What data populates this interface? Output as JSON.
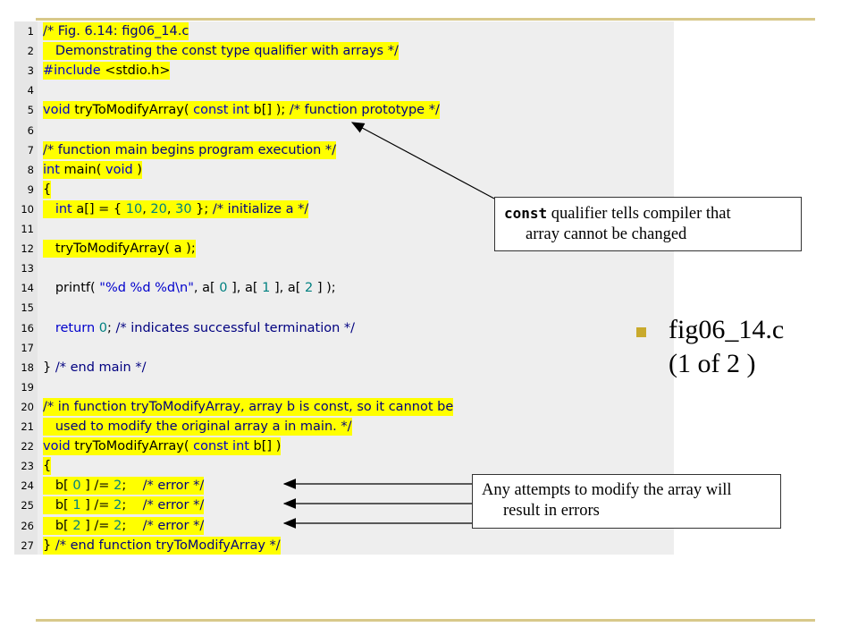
{
  "colors": {
    "rule": "#d8c88a",
    "highlight": "#ffff00",
    "comment": "#000080",
    "keyword": "#0000cc",
    "number": "#008080",
    "plain": "#000000",
    "line_number": "#000000",
    "bullet": "#c9aa2d",
    "arrow": "#000000"
  },
  "code": {
    "lines": [
      {
        "num": "1",
        "highlight": true,
        "segments": [
          {
            "t": "/* Fig. 6.14: fig06_14.c",
            "c": "comment"
          }
        ]
      },
      {
        "num": "2",
        "highlight": true,
        "segments": [
          {
            "t": "   Demonstrating the const type qualifier with arrays */",
            "c": "comment"
          }
        ]
      },
      {
        "num": "3",
        "highlight": true,
        "segments": [
          {
            "t": "#include ",
            "c": "keyword"
          },
          {
            "t": "<stdio.h>",
            "c": "plain"
          }
        ]
      },
      {
        "num": "4",
        "highlight": false,
        "segments": []
      },
      {
        "num": "5",
        "highlight": true,
        "segments": [
          {
            "t": "void",
            "c": "keyword"
          },
          {
            "t": " tryToModifyArray( ",
            "c": "plain"
          },
          {
            "t": "const int",
            "c": "keyword"
          },
          {
            "t": " b[] ); ",
            "c": "plain"
          },
          {
            "t": "/* function prototype */",
            "c": "comment"
          }
        ]
      },
      {
        "num": "6",
        "highlight": false,
        "segments": []
      },
      {
        "num": "7",
        "highlight": true,
        "segments": [
          {
            "t": "/* function main begins program execution */",
            "c": "comment"
          }
        ]
      },
      {
        "num": "8",
        "highlight": true,
        "segments": [
          {
            "t": "int",
            "c": "keyword"
          },
          {
            "t": " main( ",
            "c": "plain"
          },
          {
            "t": "void",
            "c": "keyword"
          },
          {
            "t": " )",
            "c": "plain"
          }
        ]
      },
      {
        "num": "9",
        "highlight": true,
        "segments": [
          {
            "t": "{",
            "c": "plain"
          }
        ]
      },
      {
        "num": "10",
        "highlight": true,
        "segments": [
          {
            "t": "   ",
            "c": "plain"
          },
          {
            "t": "int",
            "c": "keyword"
          },
          {
            "t": " a[] = { ",
            "c": "plain"
          },
          {
            "t": "10",
            "c": "number"
          },
          {
            "t": ", ",
            "c": "plain"
          },
          {
            "t": "20",
            "c": "number"
          },
          {
            "t": ", ",
            "c": "plain"
          },
          {
            "t": "30",
            "c": "number"
          },
          {
            "t": " }; ",
            "c": "plain"
          },
          {
            "t": "/* initialize a */",
            "c": "comment"
          }
        ]
      },
      {
        "num": "11",
        "highlight": false,
        "segments": []
      },
      {
        "num": "12",
        "highlight": true,
        "segments": [
          {
            "t": "   tryToModifyArray( a );",
            "c": "plain"
          }
        ]
      },
      {
        "num": "13",
        "highlight": false,
        "segments": []
      },
      {
        "num": "14",
        "highlight": false,
        "segments": [
          {
            "t": "   printf( ",
            "c": "plain"
          },
          {
            "t": "\"%d %d %d\\n\"",
            "c": "keyword"
          },
          {
            "t": ", a[ ",
            "c": "plain"
          },
          {
            "t": "0",
            "c": "number"
          },
          {
            "t": " ], a[ ",
            "c": "plain"
          },
          {
            "t": "1",
            "c": "number"
          },
          {
            "t": " ], a[ ",
            "c": "plain"
          },
          {
            "t": "2",
            "c": "number"
          },
          {
            "t": " ] );",
            "c": "plain"
          }
        ]
      },
      {
        "num": "15",
        "highlight": false,
        "segments": []
      },
      {
        "num": "16",
        "highlight": false,
        "segments": [
          {
            "t": "   ",
            "c": "plain"
          },
          {
            "t": "return",
            "c": "keyword"
          },
          {
            "t": " ",
            "c": "plain"
          },
          {
            "t": "0",
            "c": "number"
          },
          {
            "t": "; ",
            "c": "plain"
          },
          {
            "t": "/* indicates successful termination */",
            "c": "comment"
          }
        ]
      },
      {
        "num": "17",
        "highlight": false,
        "segments": []
      },
      {
        "num": "18",
        "highlight": false,
        "segments": [
          {
            "t": "} ",
            "c": "plain"
          },
          {
            "t": "/* end main */",
            "c": "comment"
          }
        ]
      },
      {
        "num": "19",
        "highlight": false,
        "segments": []
      },
      {
        "num": "20",
        "highlight": true,
        "segments": [
          {
            "t": "/* in function tryToModifyArray, array b is const, so it cannot be",
            "c": "comment"
          }
        ]
      },
      {
        "num": "21",
        "highlight": true,
        "segments": [
          {
            "t": "   used to modify the original array a in main. */",
            "c": "comment"
          }
        ]
      },
      {
        "num": "22",
        "highlight": true,
        "segments": [
          {
            "t": "void",
            "c": "keyword"
          },
          {
            "t": " tryToModifyArray( ",
            "c": "plain"
          },
          {
            "t": "const int",
            "c": "keyword"
          },
          {
            "t": " b[] )",
            "c": "plain"
          }
        ]
      },
      {
        "num": "23",
        "highlight": true,
        "segments": [
          {
            "t": "{",
            "c": "plain"
          }
        ]
      },
      {
        "num": "24",
        "highlight": true,
        "segments": [
          {
            "t": "   b[ ",
            "c": "plain"
          },
          {
            "t": "0",
            "c": "number"
          },
          {
            "t": " ] /= ",
            "c": "plain"
          },
          {
            "t": "2",
            "c": "number"
          },
          {
            "t": ";    ",
            "c": "plain"
          },
          {
            "t": "/* error */",
            "c": "comment"
          }
        ]
      },
      {
        "num": "25",
        "highlight": true,
        "segments": [
          {
            "t": "   b[ ",
            "c": "plain"
          },
          {
            "t": "1",
            "c": "number"
          },
          {
            "t": " ] /= ",
            "c": "plain"
          },
          {
            "t": "2",
            "c": "number"
          },
          {
            "t": ";    ",
            "c": "plain"
          },
          {
            "t": "/* error */",
            "c": "comment"
          }
        ]
      },
      {
        "num": "26",
        "highlight": true,
        "segments": [
          {
            "t": "   b[ ",
            "c": "plain"
          },
          {
            "t": "2",
            "c": "number"
          },
          {
            "t": " ] /= ",
            "c": "plain"
          },
          {
            "t": "2",
            "c": "number"
          },
          {
            "t": ";    ",
            "c": "plain"
          },
          {
            "t": "/* error */",
            "c": "comment"
          }
        ]
      },
      {
        "num": "27",
        "highlight": true,
        "segments": [
          {
            "t": "} ",
            "c": "plain"
          },
          {
            "t": "/* end function tryToModifyArray */",
            "c": "comment"
          }
        ]
      }
    ]
  },
  "callouts": {
    "const_keyword": "const",
    "const_text_1": " qualifier tells compiler that",
    "const_text_2": "array cannot be changed",
    "errors_text_1": "Any attempts to modify the array will",
    "errors_text_2": "result in errors"
  },
  "side_label": {
    "line1": "fig06_14.c",
    "line2": "(1 of 2 )"
  }
}
